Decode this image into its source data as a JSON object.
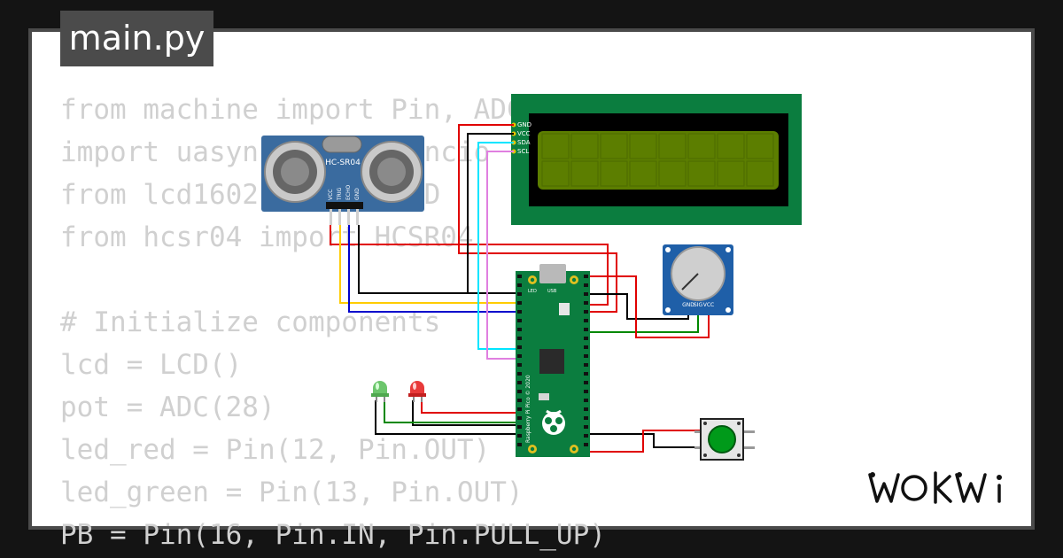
{
  "tab": {
    "filename": "main.py"
  },
  "code": {
    "lines": [
      "from machine import Pin, ADC",
      "import uasyncio as asyncio",
      "from lcd1602 import LCD",
      "from hcsr04 import HCSR04",
      "",
      "# Initialize components",
      "lcd = LCD()",
      "pot = ADC(28)",
      "led_red = Pin(12, Pin.OUT)",
      "led_green = Pin(13, Pin.OUT)",
      "PB = Pin(16, Pin.IN, Pin.PULL_UP)"
    ]
  },
  "components": {
    "ultrasonic": {
      "model": "HC-SR04",
      "pins": [
        "VCC",
        "TRIG",
        "ECHO",
        "GND"
      ]
    },
    "lcd": {
      "pins": [
        "GND",
        "VCC",
        "SDA",
        "SCL"
      ]
    },
    "potentiometer": {
      "pins": [
        "GND",
        "SIG",
        "VCC"
      ]
    },
    "pico": {
      "label": "Raspberry Pi Pico © 2020",
      "led_label": "LED",
      "usb_label": "USB"
    }
  },
  "brand": {
    "name": "WOKWi"
  },
  "colors": {
    "background": "#141414",
    "frame": "#4a4a4a",
    "canvas": "#ffffff",
    "code_text": "#d0d0d0",
    "pcb_green": "#0b7d3f",
    "lcd_screen": "#5c7e00",
    "sensor_blue": "#3a6b9f",
    "wire_red": "#e00000",
    "wire_black": "#000000",
    "wire_yellow": "#ffcc00",
    "wire_blue": "#0000cc",
    "wire_cyan": "#00e5ff",
    "wire_violet": "#e07fe0",
    "wire_green": "#008800"
  }
}
